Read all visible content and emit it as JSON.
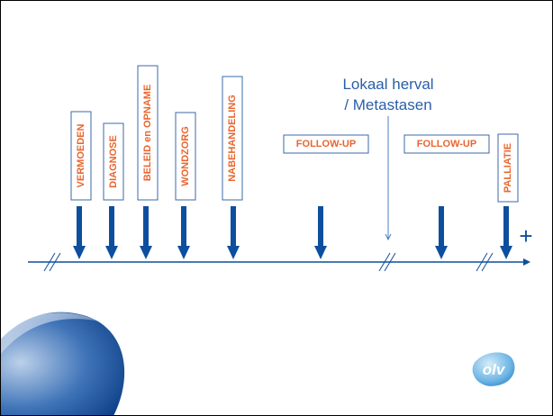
{
  "stages": [
    {
      "label": "VERMOEDEN",
      "orientation": "vertical"
    },
    {
      "label": "DIAGNOSE",
      "orientation": "vertical"
    },
    {
      "label": "BELEID en OPNAME",
      "orientation": "vertical"
    },
    {
      "label": "WONDZORG",
      "orientation": "vertical"
    },
    {
      "label": "NABEHANDELING",
      "orientation": "vertical"
    },
    {
      "label": "FOLLOW-UP",
      "orientation": "horizontal"
    },
    {
      "label": "FOLLOW-UP",
      "orientation": "horizontal"
    },
    {
      "label": "PALLIATIE",
      "orientation": "vertical"
    }
  ],
  "event": {
    "line1": "Lokaal herval",
    "line2": "/ Metastasen"
  },
  "timeline_end_symbol": "+",
  "logo_text": "olv",
  "colors": {
    "primary_blue": "#0d4f9e",
    "label_orange": "#e8662f",
    "box_border": "#3b6aa8"
  }
}
